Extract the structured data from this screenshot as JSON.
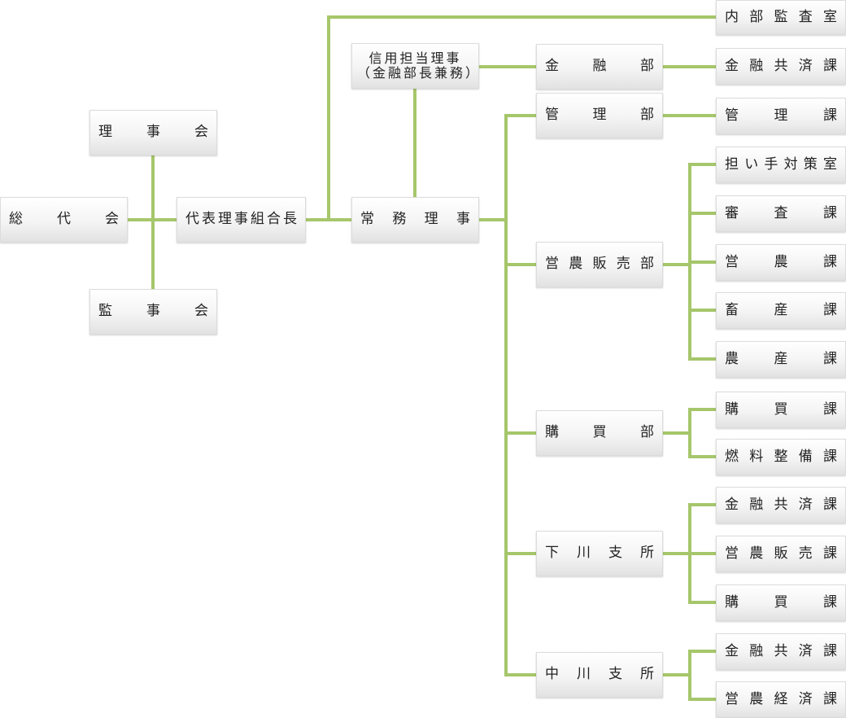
{
  "colors": {
    "connector": "#a6c66b",
    "box_border": "#dcdcdc"
  },
  "nodes": {
    "sokai": "総代会",
    "rijikai": "理事会",
    "kanjikai": "監事会",
    "daihyo": "代表理事組合長",
    "jomu": "常務理事",
    "shinyo_line1": "信用担当理事",
    "shinyo_line2": "（金融部長兼務）",
    "naibu": "内部監査室",
    "kinyubu": "金融部",
    "kanribu": "管理部",
    "eino_hanbaibu": "営農販売部",
    "kobaibu": "購買部",
    "shimokawa": "下川支所",
    "nakagawa": "中川支所",
    "kinyu_kyosai": "金融共済課",
    "kanrika": "管理課",
    "ninaite": "担い手対策室",
    "shinsa": "審査課",
    "einoka": "営農課",
    "chikusan": "畜産課",
    "nosan": "農産課",
    "kobaika": "購買課",
    "nenryo": "燃料整備課",
    "shimo_kinyu": "金融共済課",
    "shimo_eino": "営農販売課",
    "shimo_kobai": "購買課",
    "naka_kinyu": "金融共済課",
    "naka_eino": "営農経済課"
  }
}
